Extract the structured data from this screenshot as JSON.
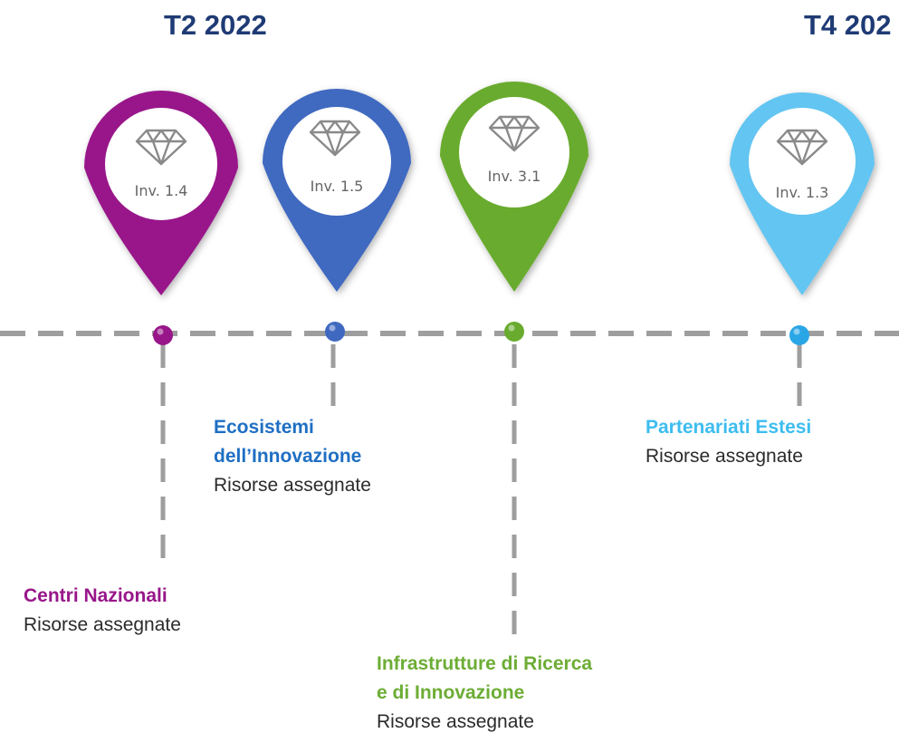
{
  "periods": [
    "T2 2022",
    "T4 202"
  ],
  "pins": [
    {
      "id": "centri",
      "label": "Inv. 1.4",
      "color": "#98168a",
      "dark": "#6a0f60",
      "icon": "diamond-icon"
    },
    {
      "id": "ecosistemi",
      "label": "Inv. 1.5",
      "color": "#3f69c0",
      "dark": "#25448c",
      "icon": "diamond-icon"
    },
    {
      "id": "infrastrutture",
      "label": "Inv. 3.1",
      "color": "#69ab2e",
      "dark": "#467c1b",
      "icon": "diamond-icon"
    },
    {
      "id": "partenariati",
      "label": "Inv. 1.3",
      "color": "#64c5f1",
      "dark": "#2fa3d8",
      "icon": "diamond-icon"
    }
  ],
  "captions": {
    "ecosistemi": {
      "name_lines": [
        "Ecosistemi",
        "dell’Innovazione"
      ],
      "detail": "Risorse assegnate",
      "color": "#1f6fc3"
    },
    "centri": {
      "name_lines": [
        "Centri Nazionali"
      ],
      "detail": "Risorse assegnate",
      "color": "#98168a"
    },
    "infrastrutture": {
      "name_lines": [
        "Infrastrutture di Ricerca",
        "e di Innovazione"
      ],
      "detail": "Risorse assegnate",
      "color": "#6dad35"
    },
    "partenariati": {
      "name_lines": [
        "Partenariati Estesi"
      ],
      "detail": "Risorse assegnate",
      "color": "#3dbdef"
    }
  },
  "line_color": "#9e9e9e"
}
